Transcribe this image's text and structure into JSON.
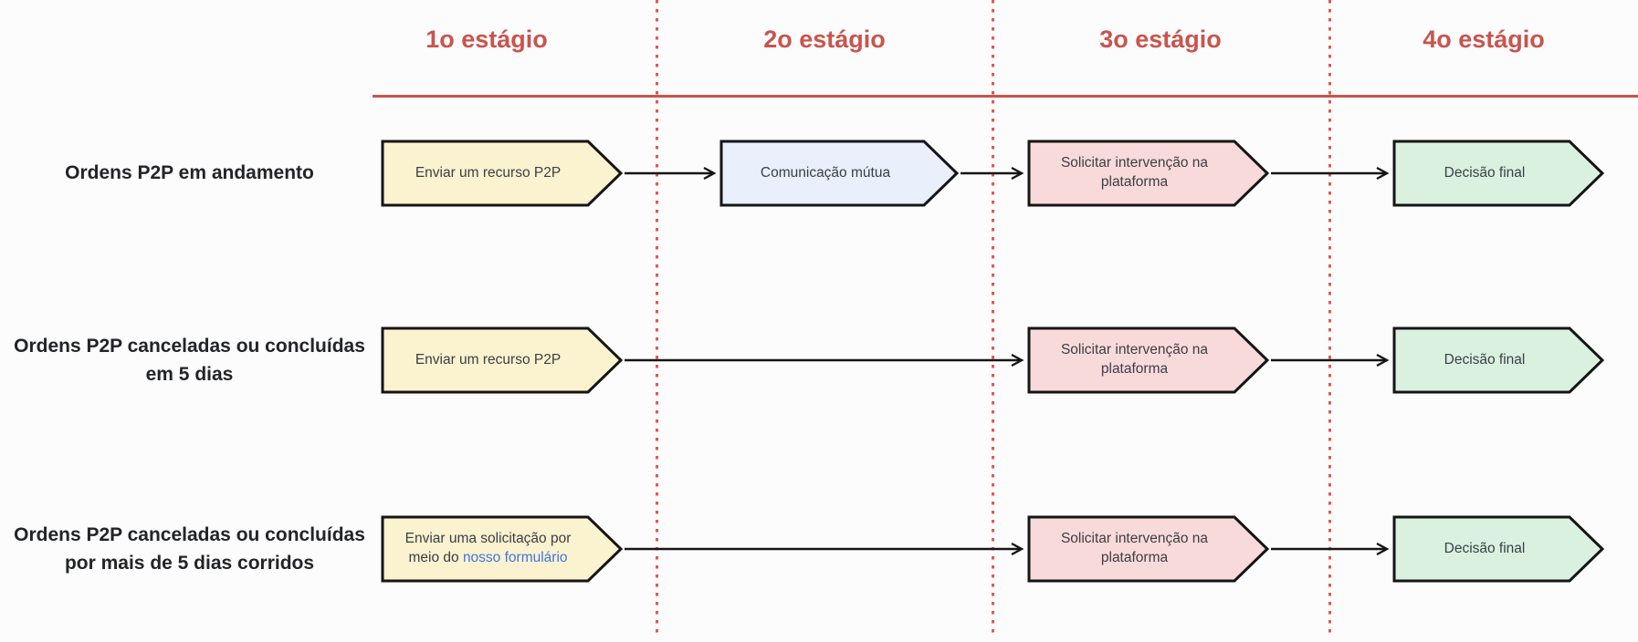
{
  "palette": {
    "accent_red": "#c9544e",
    "dotted_red": "#e0584f",
    "box_border": "#151515",
    "yellow_fill": "#fbf2cf",
    "blue_fill": "#e9effb",
    "pink_fill": "#f9dada",
    "green_fill": "#daf1e0",
    "link_blue": "#3d76e3"
  },
  "stages": [
    {
      "label": "1o estágio"
    },
    {
      "label": "2o estágio"
    },
    {
      "label": "3o estágio"
    },
    {
      "label": "4o estágio"
    }
  ],
  "rows": [
    {
      "label": "Ordens P2P em andamento",
      "steps": {
        "step1": "Enviar um recurso P2P",
        "step2": "Comunicação mútua",
        "step3": "Solicitar intervenção na\nplataforma",
        "step4": "Decisão final"
      }
    },
    {
      "label": "Ordens P2P canceladas ou concluídas\nem 5 dias",
      "steps": {
        "step1": "Enviar um recurso P2P",
        "step3": "Solicitar intervenção na\nplataforma",
        "step4": "Decisão final"
      }
    },
    {
      "label": "Ordens P2P canceladas ou concluídas\npor mais de 5 dias corridos",
      "steps": {
        "step1_line1": "Enviar uma solicitação por",
        "step1_line2_prefix": "meio do ",
        "step1_link": "nosso formulário",
        "step3": "Solicitar intervenção na\nplataforma",
        "step4": "Decisão final"
      }
    }
  ]
}
